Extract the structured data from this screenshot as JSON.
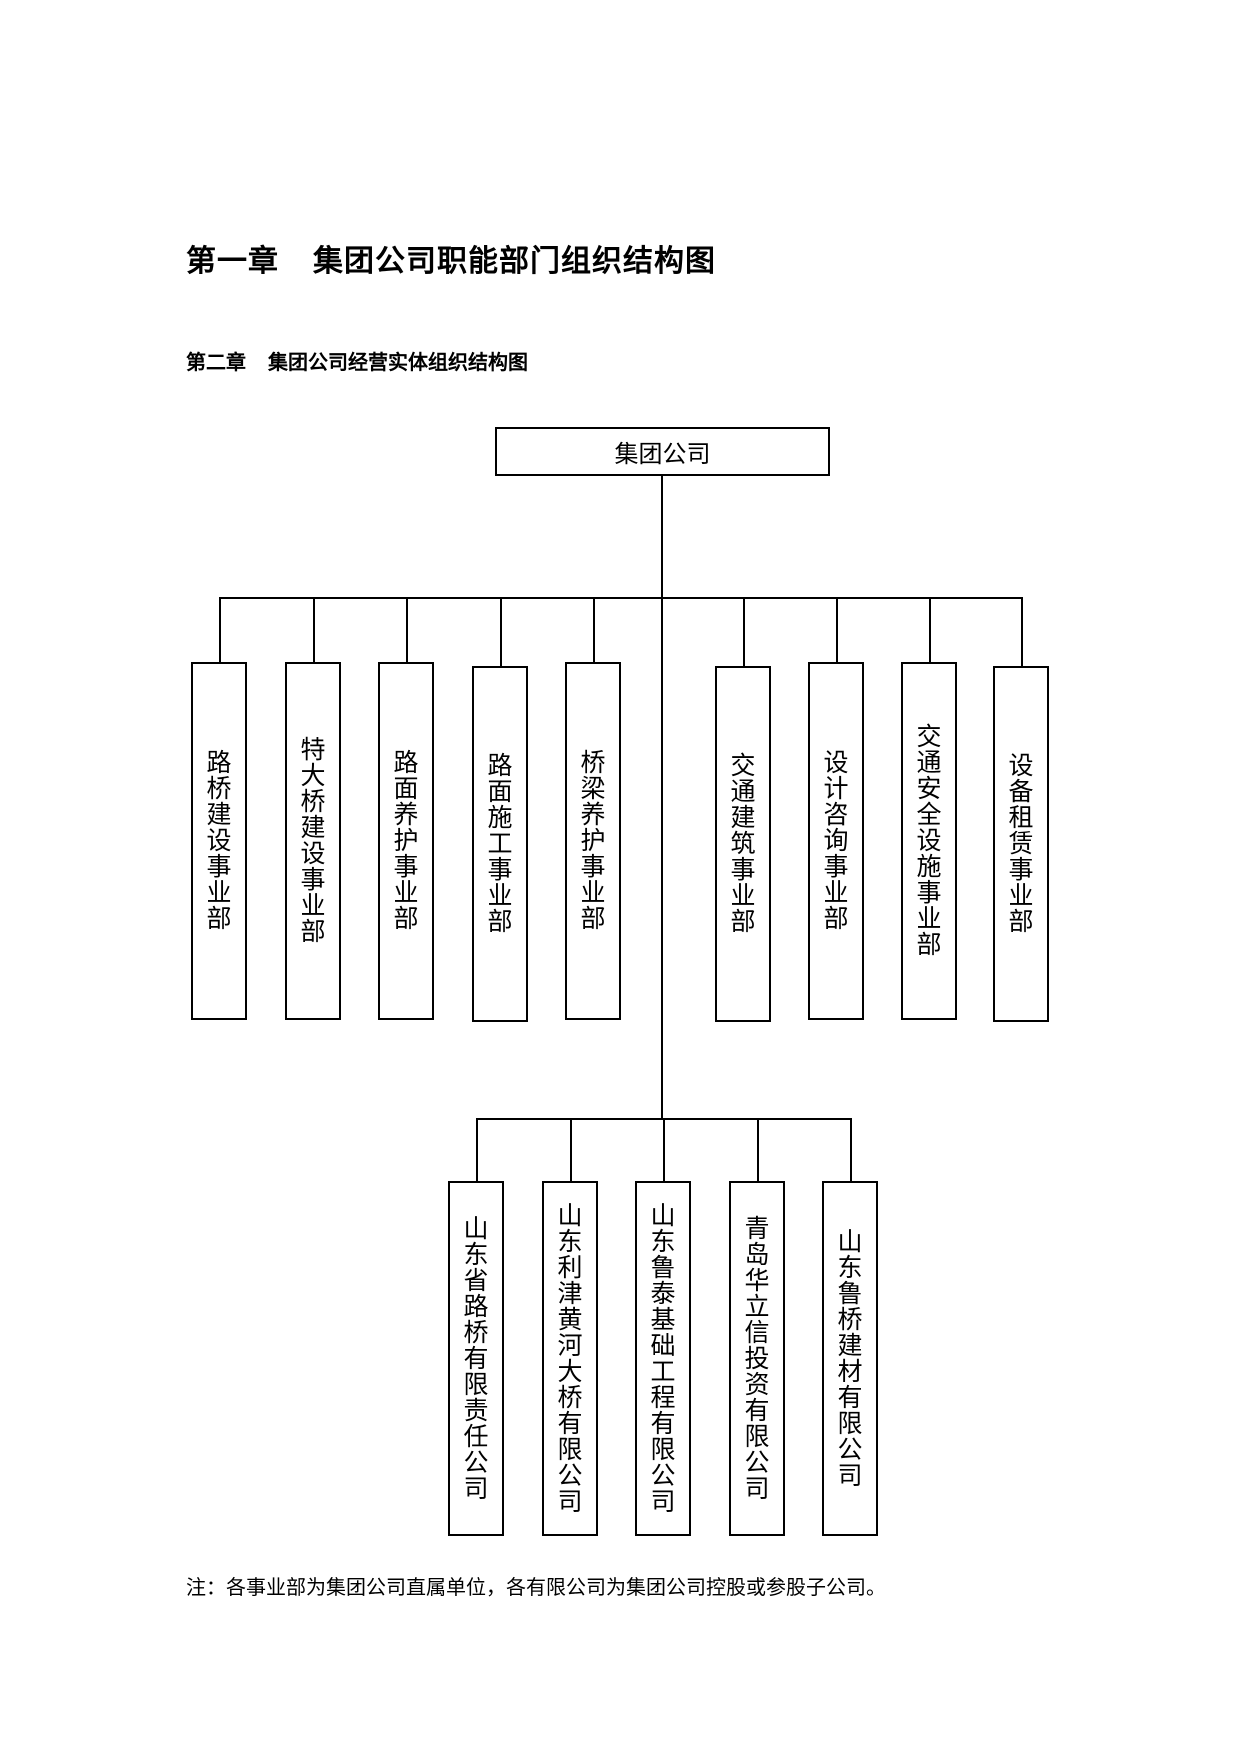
{
  "heading1": {
    "num": "第一章",
    "title": "集团公司职能部门组织结构图"
  },
  "heading2": {
    "num": "第二章",
    "title": "集团公司经营实体组织结构图"
  },
  "org": {
    "root": "集团公司",
    "divisions": [
      "路桥建设事业部",
      "特大桥建设事业部",
      "路面养护事业部",
      "路面施工事业部",
      "桥梁养护事业部",
      "交通建筑事业部",
      "设计咨询事业部",
      "交通安全设施事业部",
      "设备租赁事业部"
    ],
    "subsidiaries": [
      "山东省路桥有限责任公司",
      "山东利津黄河大桥有限公司",
      "山东鲁泰基础工程有限公司",
      "青岛华立信投资有限公司",
      "山东鲁桥建材有限公司"
    ]
  },
  "note": "注：各事业部为集团公司直属单位，各有限公司为集团公司控股或参股子公司。"
}
